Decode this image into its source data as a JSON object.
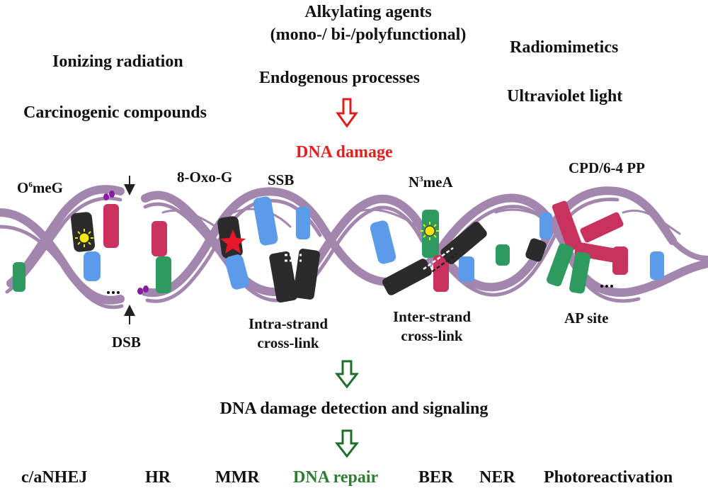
{
  "sources": {
    "alkylating_line1": "Alkylating agents",
    "alkylating_line2": "(mono-/ bi-/polyfunctional)",
    "ionizing": "Ionizing radiation",
    "radiomimetics": "Radiomimetics",
    "endogenous": "Endogenous processes",
    "ultraviolet": "Ultraviolet light",
    "carcinogenic": "Carcinogenic compounds"
  },
  "damage_title": "DNA damage",
  "lesions": {
    "o6meg_prefix": "O",
    "o6meg_sup": "6",
    "o6meg_suffix": "meG",
    "oxog": "8-Oxo-G",
    "ssb": "SSB",
    "n3mea_prefix": "N",
    "n3mea_sup": "3",
    "n3mea_suffix": "meA",
    "cpd": "CPD/6-4 PP",
    "dsb": "DSB",
    "intra_line1": "Intra-strand",
    "intra_line2": "cross-link",
    "inter_line1": "Inter-strand",
    "inter_line2": "cross-link",
    "ap_site": "AP site"
  },
  "detection": "DNA damage detection and signaling",
  "repair": {
    "canhej": "c/aNHEJ",
    "hr": "HR",
    "mmr": "MMR",
    "dna_repair": "DNA repair",
    "ber": "BER",
    "ner": "NER",
    "photoreactivation": "Photoreactivation"
  },
  "colors": {
    "backbone": "#a386ae",
    "blue": "#5b9be8",
    "red": "#c8325f",
    "green": "#2e9a60",
    "black": "#2b2b2b",
    "arrow_red": "#e11b1b",
    "arrow_green": "#1f6e2e",
    "damage_text": "#e81d1d",
    "repair_text": "#2e7d32",
    "star": "#e8182b",
    "sun": "#f4e410",
    "dots": "#8b1aa6"
  }
}
